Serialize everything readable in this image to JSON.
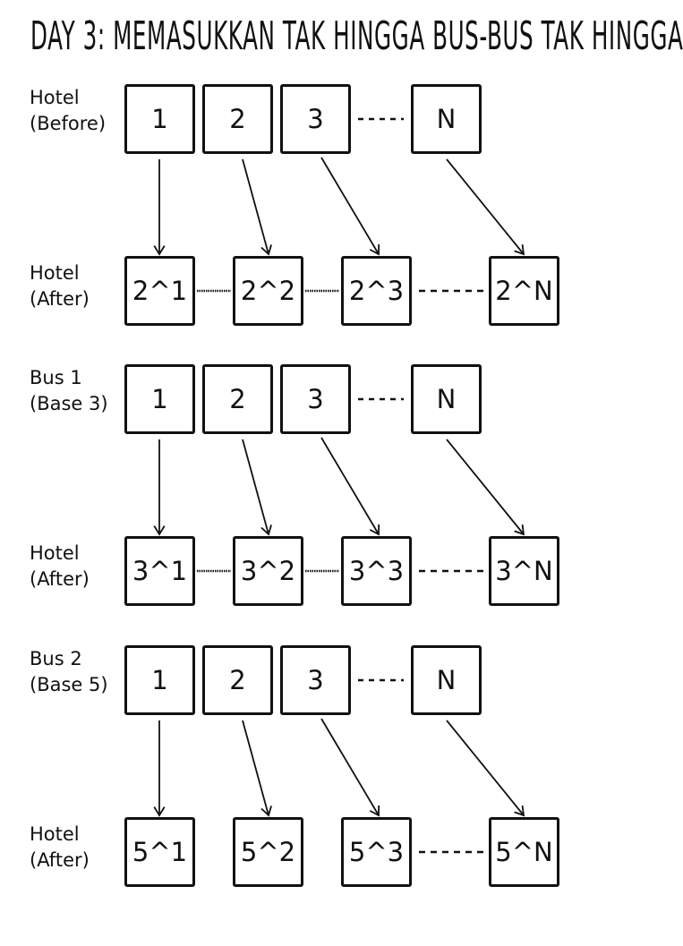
{
  "title": "DAY 3: MEMASUKKAN TAK HINGGA BUS-BUS TAK HINGGA",
  "sections": [
    {
      "source_label": "Hotel\n(Before)",
      "source_cells": [
        "1",
        "2",
        "3",
        "N"
      ],
      "target_label": "Hotel\n(After)",
      "target_cells": [
        "2^1",
        "2^2",
        "2^3",
        "2^N"
      ],
      "target_connectors": [
        "dotted",
        "dotted",
        "dashed"
      ]
    },
    {
      "source_label": "Bus 1\n(Base 3)",
      "source_cells": [
        "1",
        "2",
        "3",
        "N"
      ],
      "target_label": "Hotel\n(After)",
      "target_cells": [
        "3^1",
        "3^2",
        "3^3",
        "3^N"
      ],
      "target_connectors": [
        "dotted",
        "dotted",
        "dashed"
      ]
    },
    {
      "source_label": "Bus 2\n(Base 5)",
      "source_cells": [
        "1",
        "2",
        "3",
        "N"
      ],
      "target_label": "Hotel\n(After)",
      "target_cells": [
        "5^1",
        "5^2",
        "5^3",
        "5^N"
      ],
      "target_connectors": [
        "none",
        "none",
        "dashed"
      ]
    }
  ],
  "colors": {
    "ink": "#111111",
    "background": "#ffffff"
  }
}
